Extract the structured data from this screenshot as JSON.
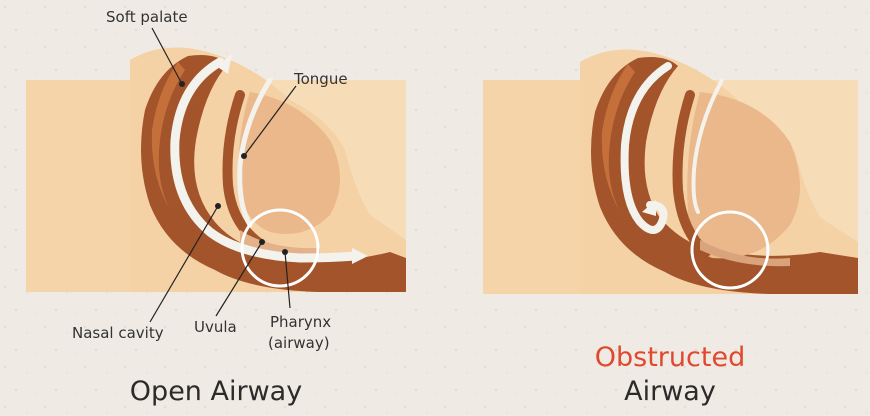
{
  "labels": {
    "soft_palate": "Soft palate",
    "tongue": "Tongue",
    "nasal_cavity": "Nasal cavity",
    "uvula": "Uvula",
    "pharynx_line1": "Pharynx",
    "pharynx_line2": "(airway)"
  },
  "captions": {
    "open_airway": "Open Airway",
    "obstructed": "Obstructed",
    "airway": "Airway"
  },
  "colors": {
    "background": "#efebe4",
    "skin_light": "#f6d9b5",
    "skin_mid": "#f0c796",
    "tissue_dark": "#a3542a",
    "tissue_mid": "#c5703b",
    "airflow": "#f3f2ec",
    "obstructed_accent": "#e0492f"
  }
}
